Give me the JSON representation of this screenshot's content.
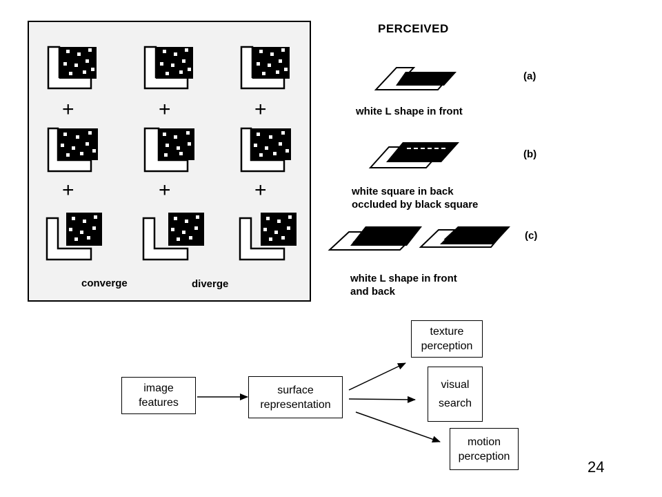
{
  "stereo": {
    "label_converge": "converge",
    "label_diverge": "diverge",
    "plus_symbol": "+"
  },
  "perceived": {
    "title": "PERCEIVED",
    "items": [
      {
        "tag": "(a)",
        "caption": "white L shape in front"
      },
      {
        "tag": "(b)",
        "caption_line1": "white square in back",
        "caption_line2": "occluded by black square"
      },
      {
        "tag": "(c)",
        "caption_line1": "white L shape in front",
        "caption_line2": "and back"
      }
    ]
  },
  "flowchart": {
    "nodes": [
      {
        "id": "image-features",
        "line1": "image",
        "line2": "features"
      },
      {
        "id": "surface-representation",
        "line1": "surface",
        "line2": "representation"
      },
      {
        "id": "texture-perception",
        "line1": "texture",
        "line2": "perception"
      },
      {
        "id": "visual-search",
        "line1": "visual",
        "line2": "search"
      },
      {
        "id": "motion-perception",
        "line1": "motion",
        "line2": "perception"
      }
    ]
  },
  "page_number": "24"
}
